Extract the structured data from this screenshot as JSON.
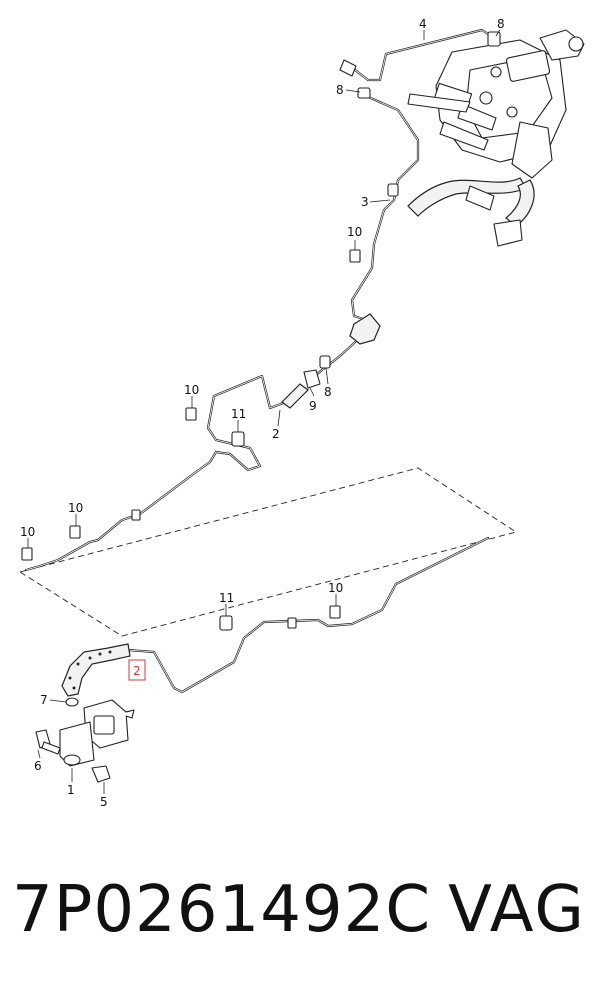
{
  "diagram": {
    "callouts": [
      {
        "id": "c4",
        "label": "4"
      },
      {
        "id": "c8a",
        "label": "8"
      },
      {
        "id": "c8b",
        "label": "8"
      },
      {
        "id": "c3",
        "label": "3"
      },
      {
        "id": "c10a",
        "label": "10"
      },
      {
        "id": "c8c",
        "label": "8"
      },
      {
        "id": "c9",
        "label": "9"
      },
      {
        "id": "c2a",
        "label": "2"
      },
      {
        "id": "c10b",
        "label": "10"
      },
      {
        "id": "c11a",
        "label": "11"
      },
      {
        "id": "c10c",
        "label": "10"
      },
      {
        "id": "c10d",
        "label": "10"
      },
      {
        "id": "c11b",
        "label": "11"
      },
      {
        "id": "c10e",
        "label": "10"
      },
      {
        "id": "c2b",
        "label": "2"
      },
      {
        "id": "c7",
        "label": "7"
      },
      {
        "id": "c6",
        "label": "6"
      },
      {
        "id": "c1",
        "label": "1"
      },
      {
        "id": "c5",
        "label": "5"
      }
    ],
    "highlight_color": "#d23a3a"
  },
  "footer": {
    "part_number": "7P0261492C",
    "brand": "VAG"
  }
}
